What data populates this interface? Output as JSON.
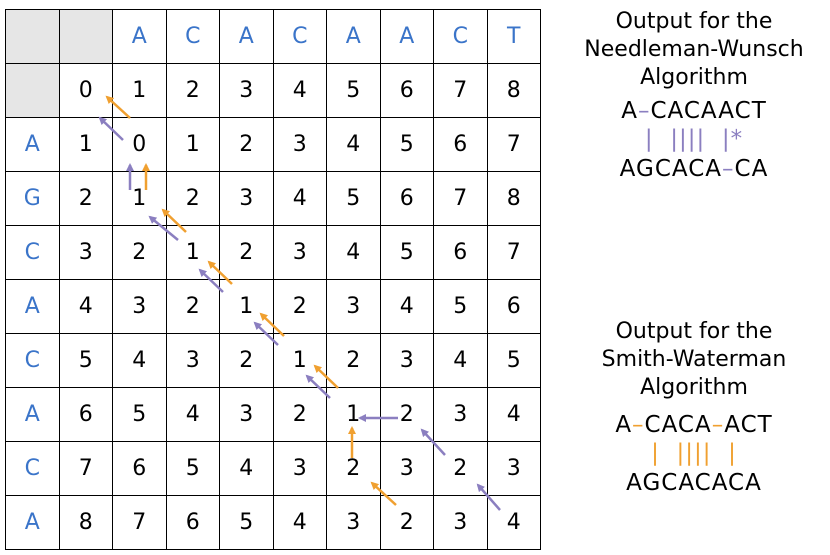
{
  "matrix": {
    "col_headers": [
      "A",
      "C",
      "A",
      "C",
      "A",
      "A",
      "C",
      "T"
    ],
    "row_headers": [
      "A",
      "G",
      "C",
      "A",
      "C",
      "A",
      "C",
      "A"
    ],
    "rows": [
      [
        "0",
        "1",
        "2",
        "3",
        "4",
        "5",
        "6",
        "7",
        "8"
      ],
      [
        "1",
        "0",
        "1",
        "2",
        "3",
        "4",
        "5",
        "6",
        "7"
      ],
      [
        "2",
        "1",
        "2",
        "3",
        "4",
        "5",
        "6",
        "7",
        "8"
      ],
      [
        "3",
        "2",
        "1",
        "2",
        "3",
        "4",
        "5",
        "6",
        "7"
      ],
      [
        "4",
        "3",
        "2",
        "1",
        "2",
        "3",
        "4",
        "5",
        "6"
      ],
      [
        "5",
        "4",
        "3",
        "2",
        "1",
        "2",
        "3",
        "4",
        "5"
      ],
      [
        "6",
        "5",
        "4",
        "3",
        "2",
        "1",
        "2",
        "3",
        "4"
      ],
      [
        "7",
        "6",
        "5",
        "4",
        "3",
        "2",
        "3",
        "2",
        "3"
      ],
      [
        "8",
        "7",
        "6",
        "5",
        "4",
        "3",
        "2",
        "3",
        "4"
      ]
    ]
  },
  "colors": {
    "header_text": "#3a74c9",
    "nw_arrow": "#8b7fc0",
    "sw_arrow": "#f0a030",
    "corner_fill": "#e6e6e6"
  },
  "needleman_wunsch": {
    "title_line1": "Output for the",
    "title_line2": "Needleman-Wunsch",
    "title_line3": "Algorithm",
    "seq1_a": "A",
    "seq1_gap": "–",
    "seq1_b": "CACAACT",
    "match_bars": "|  ||||  |",
    "mismatch": "*",
    "seq2_a": "AGCACA",
    "seq2_gap": "–",
    "seq2_b": "CA"
  },
  "smith_waterman": {
    "title_line1": "Output for the",
    "title_line2": "Smith-Waterman",
    "title_line3": "Algorithm",
    "seq1_a": "A",
    "seq1_gap1": "–",
    "seq1_b": "CACA",
    "seq1_gap2": "–",
    "seq1_c": "ACT",
    "match_bars": "|  ||||  |",
    "seq2": "AGCACACA"
  }
}
